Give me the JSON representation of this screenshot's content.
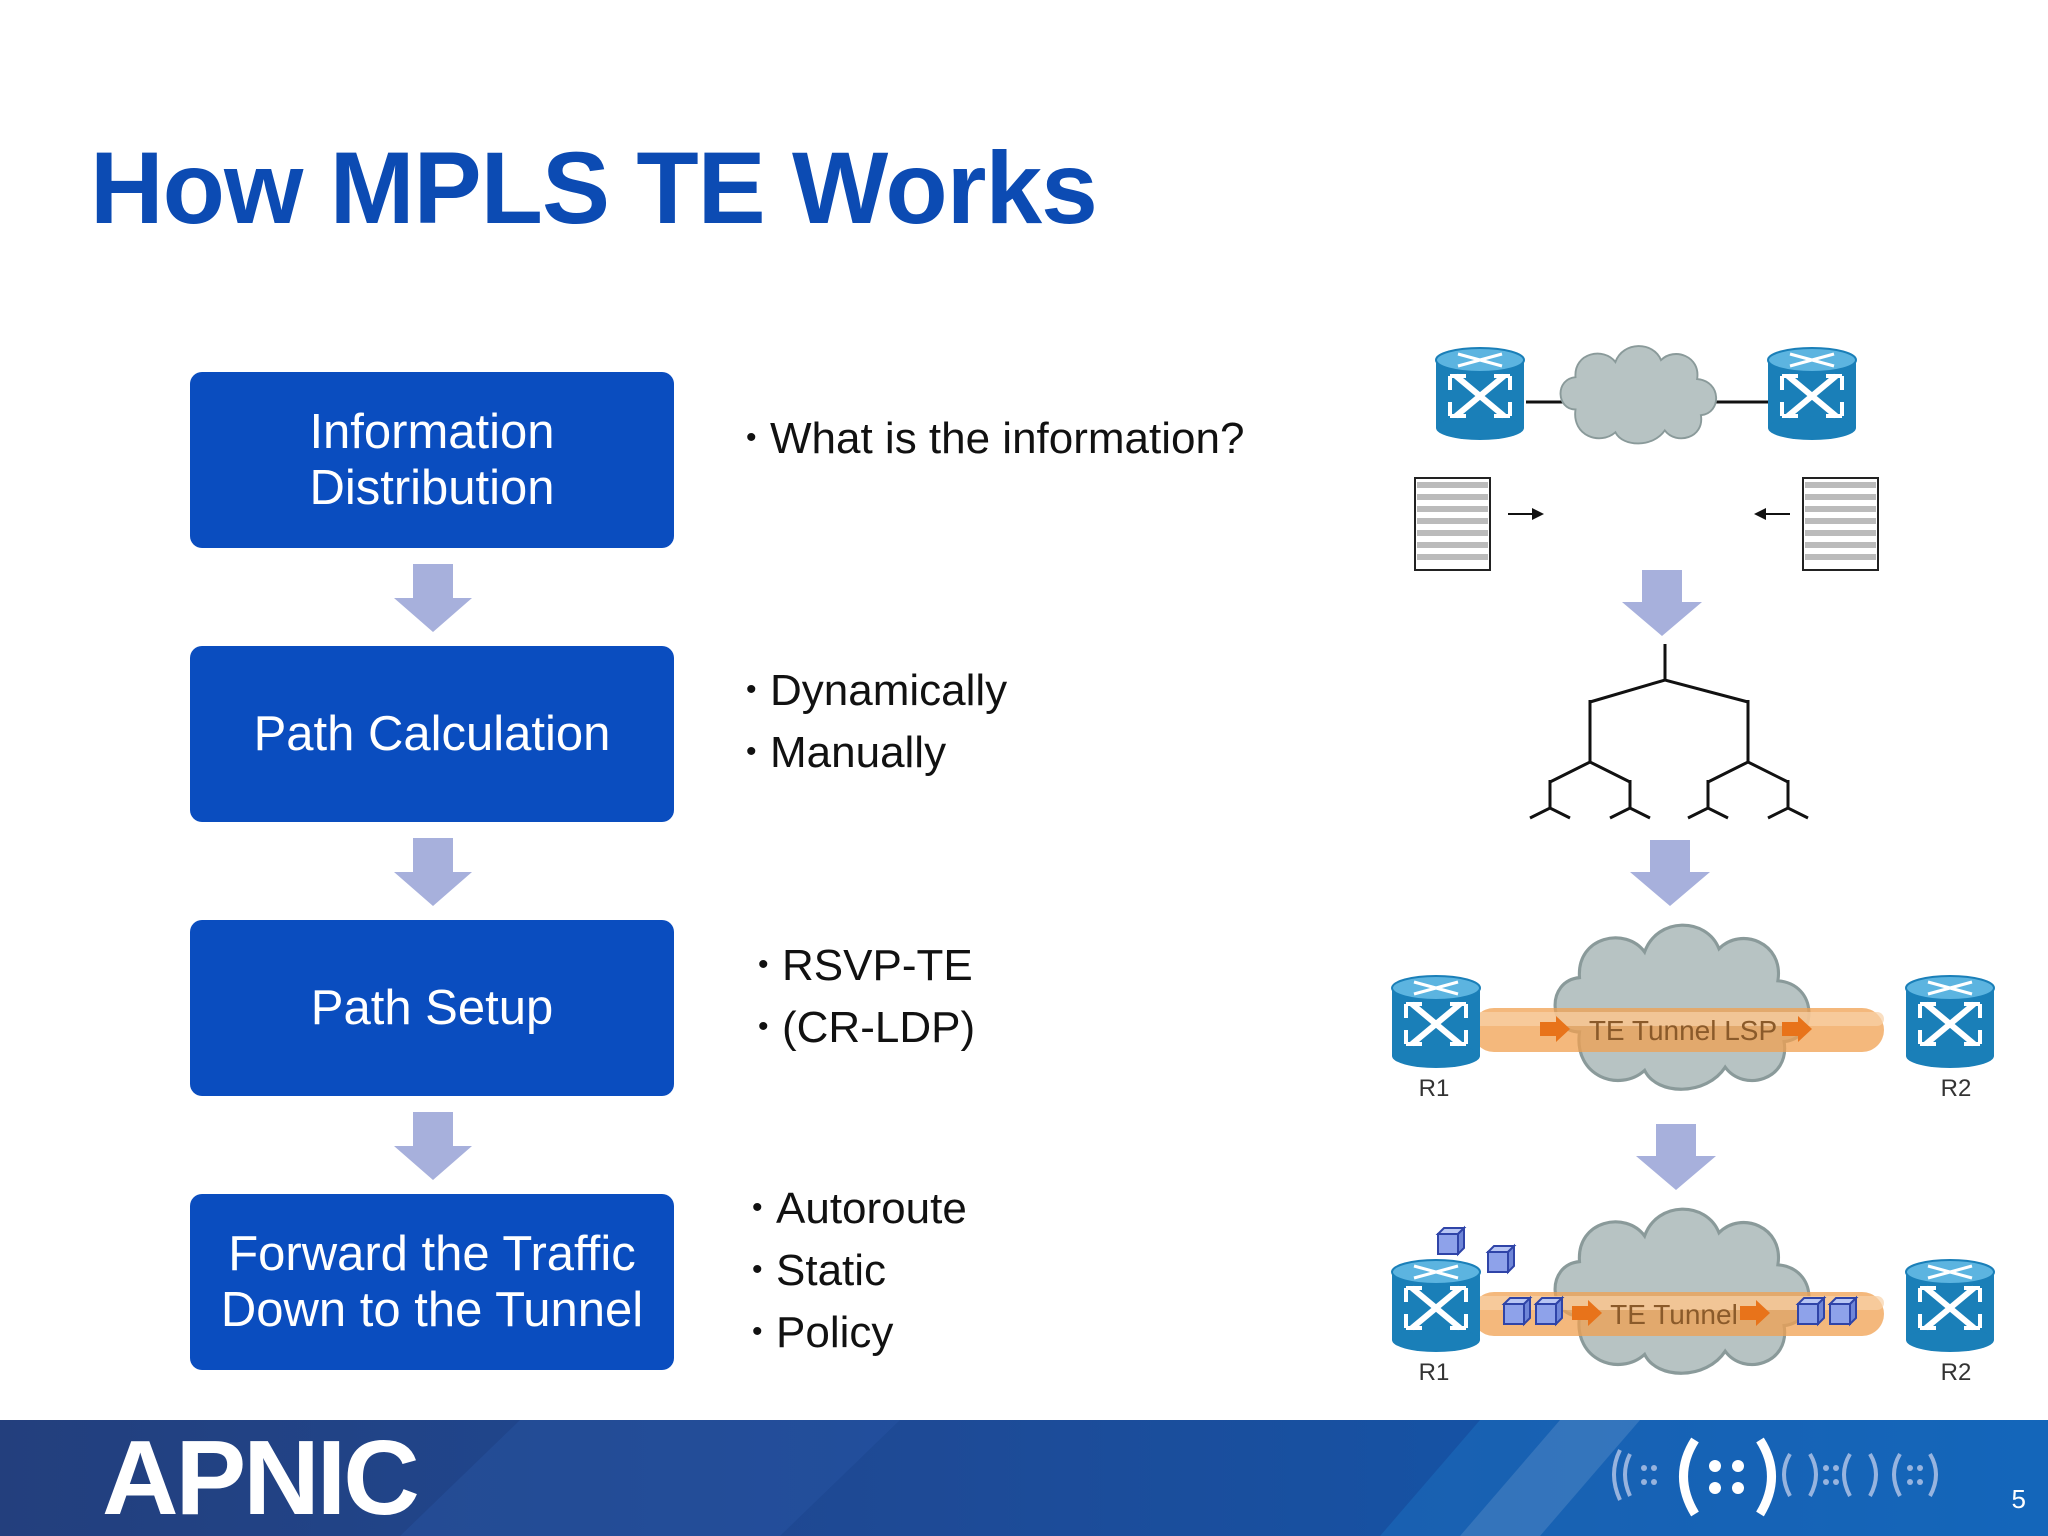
{
  "title": "How MPLS TE Works",
  "steps": [
    {
      "line1": "Information",
      "line2": "Distribution"
    },
    {
      "line1": "Path Calculation",
      "line2": ""
    },
    {
      "line1": "Path Setup",
      "line2": ""
    },
    {
      "line1": "Forward the Traffic",
      "line2": "Down to the Tunnel"
    }
  ],
  "bullets": {
    "info": [
      "What is the information?"
    ],
    "calc": [
      "Dynamically",
      "Manually"
    ],
    "setup": [
      "RSVP-TE",
      "(CR-LDP)"
    ],
    "forward": [
      "Autoroute",
      "Static",
      "Policy"
    ]
  },
  "diagram": {
    "tunnel_lsp_label": "TE Tunnel LSP",
    "tunnel_label": "TE Tunnel",
    "router_left": "R1",
    "router_right": "R2"
  },
  "footer": {
    "logo": "APNIC",
    "page_number": "5"
  },
  "colors": {
    "title": "#0c4bb3",
    "box": "#0a4dbf",
    "arrow": "#a7b0dc",
    "router": "#1a7fb8",
    "tunnel": "#f0a050",
    "cloud": "#b7c3c3"
  }
}
